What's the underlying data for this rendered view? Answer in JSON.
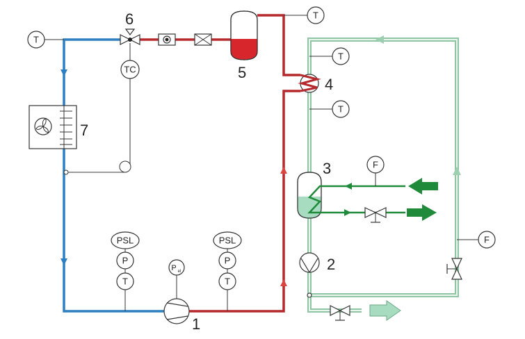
{
  "colors": {
    "red": "#b5282c",
    "red_light": "#d9453f",
    "blue": "#2d7fc1",
    "green_dark": "#1f8a3a",
    "green_light": "#9ccfb0",
    "green_pale": "#cfe9da",
    "line": "#444444",
    "liquid_red": "#d8262d",
    "liquid_green": "#a8dcc1"
  },
  "components": {
    "compressor": "1",
    "pump": "2",
    "evaporator": "3",
    "heat_exchanger": "4",
    "receiver": "5",
    "expansion_valve": "6",
    "condenser": "7"
  },
  "instruments": {
    "temperature": "T",
    "thermo_controller": "TC",
    "flow": "F",
    "pressure_switch_low": "PSL",
    "pressure": "P",
    "power_main": "P",
    "power_sub": "el"
  },
  "icons": {
    "condenser_fan": "fan-icon",
    "sight_glass": "sight-glass-icon",
    "filter_dryer": "filter-dryer-icon",
    "valve": "valve-icon",
    "flow_arrow": "flow-arrow-icon"
  }
}
